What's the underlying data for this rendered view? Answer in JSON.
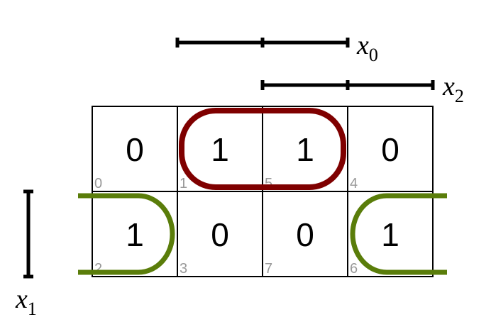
{
  "variables": {
    "x0": {
      "name": "x",
      "sub": "0"
    },
    "x1": {
      "name": "x",
      "sub": "1"
    },
    "x2": {
      "name": "x",
      "sub": "2"
    }
  },
  "cells": [
    {
      "value": "0",
      "index": "0"
    },
    {
      "value": "1",
      "index": "1"
    },
    {
      "value": "1",
      "index": "5"
    },
    {
      "value": "0",
      "index": "4"
    },
    {
      "value": "1",
      "index": "2"
    },
    {
      "value": "0",
      "index": "3"
    },
    {
      "value": "0",
      "index": "7"
    },
    {
      "value": "1",
      "index": "6"
    }
  ],
  "colors": {
    "group_red": "#7f0000",
    "group_green": "#5a7d0a",
    "grid": "#000000"
  }
}
